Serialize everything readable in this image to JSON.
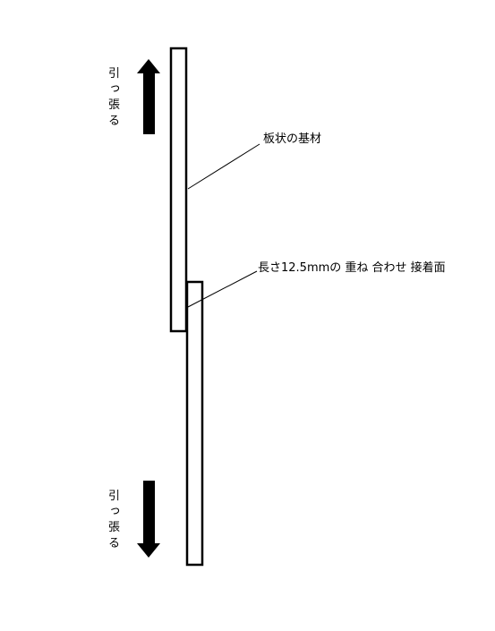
{
  "labels": {
    "pull_top": [
      "引",
      "っ",
      "張",
      "る"
    ],
    "pull_bottom": [
      "引",
      "っ",
      "張",
      "る"
    ],
    "base_plate": "板状の基材",
    "overlap_bond": "長さ12.5mmの 重ね 合わせ 接着面"
  },
  "colors": {
    "stroke": "#000000",
    "fill": "#ffffff",
    "arrow": "#000000"
  },
  "icons": {
    "pull_top_arrow": "arrow-up-icon",
    "pull_bottom_arrow": "arrow-down-icon"
  }
}
